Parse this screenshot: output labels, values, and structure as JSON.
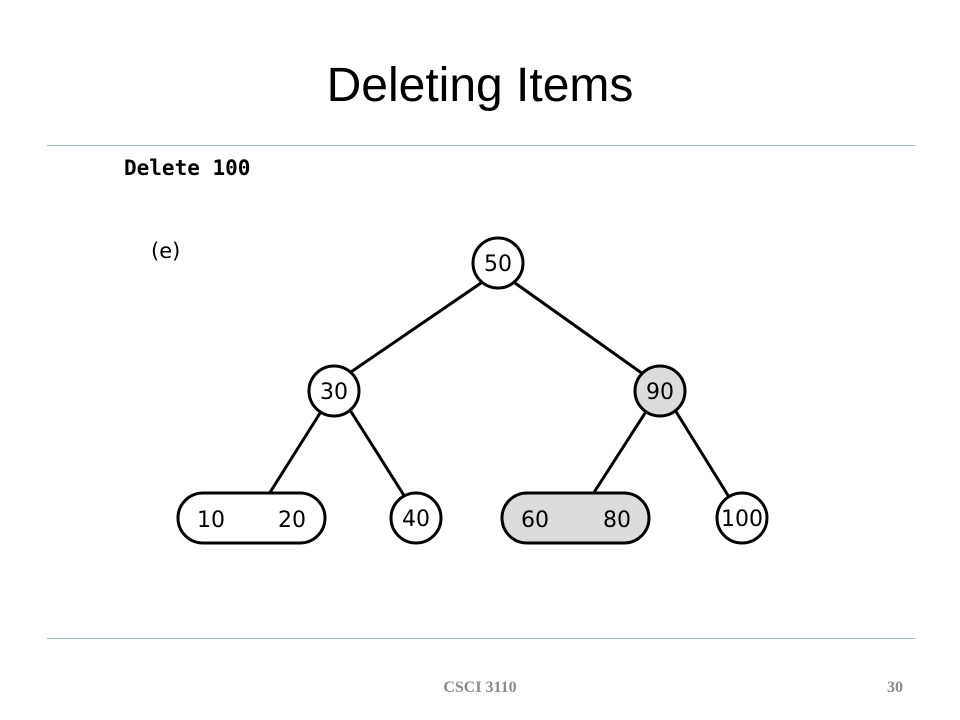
{
  "slide": {
    "title": "Deleting Items",
    "subtitle": "Delete 100",
    "footer_course": "CSCI 3110",
    "page_number": "30"
  },
  "diagram": {
    "panel_label": "(e)",
    "nodes": [
      {
        "id": "n50",
        "keys": [
          "50"
        ],
        "highlighted": false
      },
      {
        "id": "n30",
        "keys": [
          "30"
        ],
        "highlighted": false
      },
      {
        "id": "n90",
        "keys": [
          "90"
        ],
        "highlighted": true
      },
      {
        "id": "n1020",
        "keys": [
          "10",
          "20"
        ],
        "highlighted": false
      },
      {
        "id": "n40",
        "keys": [
          "40"
        ],
        "highlighted": false
      },
      {
        "id": "n6080",
        "keys": [
          "60",
          "80"
        ],
        "highlighted": true
      },
      {
        "id": "n100",
        "keys": [
          "100"
        ],
        "highlighted": false
      }
    ],
    "edges": [
      {
        "from": "n50",
        "to": "n30"
      },
      {
        "from": "n50",
        "to": "n90"
      },
      {
        "from": "n30",
        "to": "n1020"
      },
      {
        "from": "n30",
        "to": "n40"
      },
      {
        "from": "n90",
        "to": "n6080"
      },
      {
        "from": "n90",
        "to": "n100"
      }
    ],
    "colors": {
      "highlight_fill": "#dcdcdc",
      "normal_fill": "#ffffff"
    }
  }
}
